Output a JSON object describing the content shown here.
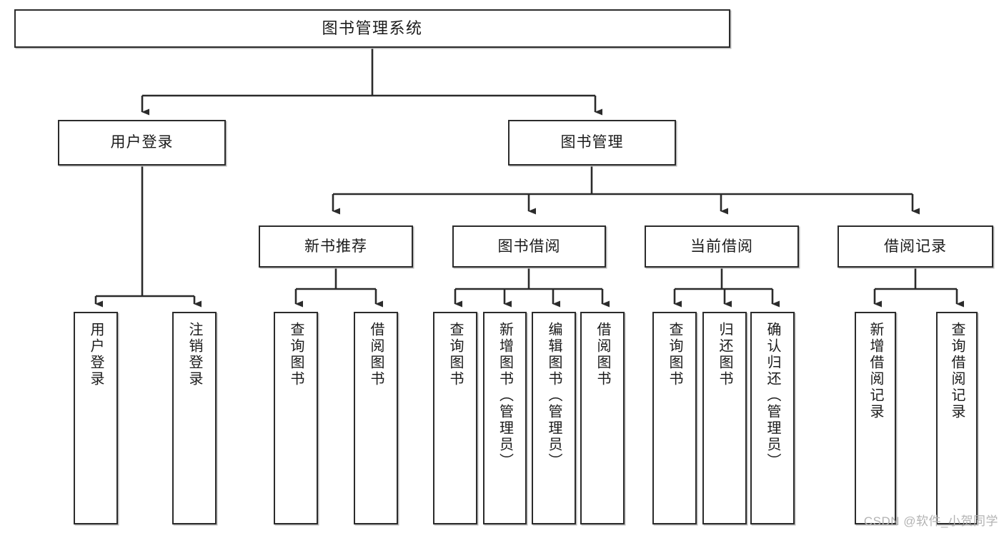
{
  "diagram": {
    "type": "tree",
    "orientation": "top-down",
    "watermark": "CSDN @软件_小贺同学",
    "style": {
      "box_fill": "#ffffff",
      "box_border": "#2b2b2b",
      "line_color": "#2b2b2b",
      "text_color": "#1b1b1b",
      "watermark_color": "#b3b3b3",
      "background": "#ffffff"
    },
    "root": {
      "label": "图书管理系统"
    },
    "level2": [
      {
        "label": "用户登录"
      },
      {
        "label": "图书管理"
      }
    ],
    "level3": [
      {
        "label": "新书推荐"
      },
      {
        "label": "图书借阅"
      },
      {
        "label": "当前借阅"
      },
      {
        "label": "借阅记录"
      }
    ],
    "leaves": {
      "user_login": [
        {
          "label": "用户登录"
        },
        {
          "label": "注销登录"
        }
      ],
      "new_book_recommend": [
        {
          "label": "查询图书"
        },
        {
          "label": "借阅图书"
        }
      ],
      "book_borrow": [
        {
          "label": "查询图书"
        },
        {
          "label": "新增图书（管理员）"
        },
        {
          "label": "编辑图书（管理员）"
        },
        {
          "label": "借阅图书"
        }
      ],
      "current_borrow": [
        {
          "label": "查询图书"
        },
        {
          "label": "归还图书"
        },
        {
          "label": "确认归还（管理员）"
        }
      ],
      "borrow_record": [
        {
          "label": "新增借阅记录"
        },
        {
          "label": "查询借阅记录"
        }
      ]
    }
  }
}
